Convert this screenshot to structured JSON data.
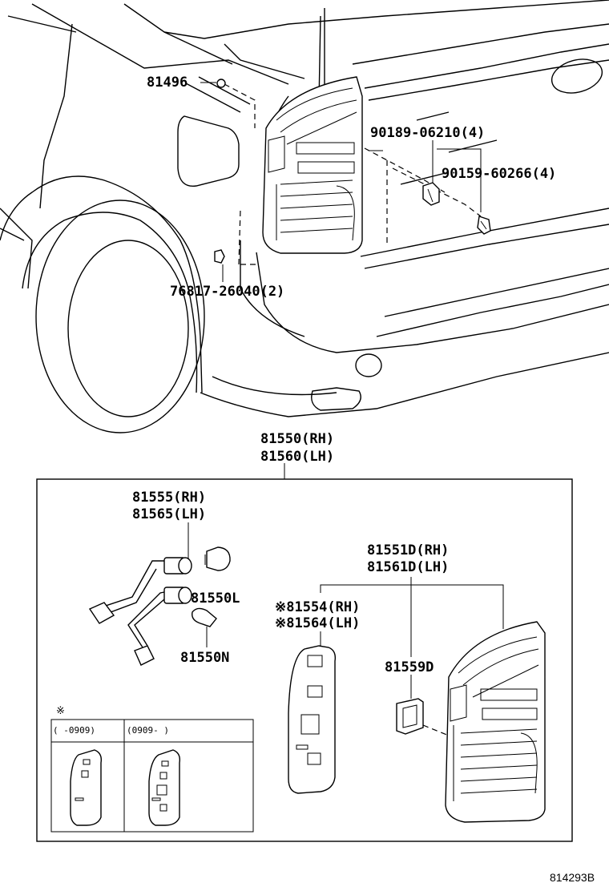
{
  "labels": {
    "p81496": "81496",
    "p90189": "90189-06210(4)",
    "p90159": "90159-60266(4)",
    "p76817": "76817-26040(2)",
    "assy_rh": "81550(RH)",
    "assy_lh": "81560(LH)",
    "socket_rh": "81555(RH)",
    "socket_lh": "81565(LH)",
    "bulb_l": "81550L",
    "bulb_n": "81550N",
    "lens_rh": "81551D(RH)",
    "lens_lh": "81561D(LH)",
    "gasket_rh": "※81554(RH)",
    "gasket_lh": "※81564(LH)",
    "cushion": "81559D"
  },
  "inset": {
    "mark": "※",
    "col1": "(      -0909)",
    "col2": "(0909-       )"
  },
  "diagram_code": "814293B"
}
